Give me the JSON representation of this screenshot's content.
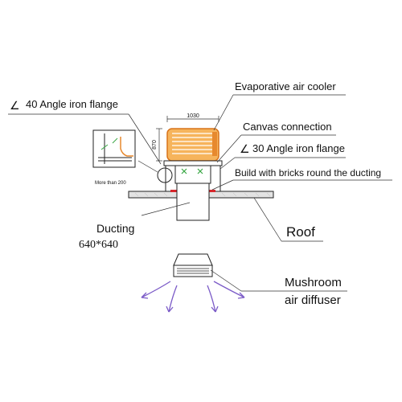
{
  "labels": {
    "evaporative_cooler": "Evaporative air cooler",
    "angle_iron_40": "40 Angle iron flange",
    "canvas_connection": "Canvas connection",
    "angle_iron_30": "30 Angle iron flange",
    "build_bricks": "Build with bricks round the ducting",
    "roof": "Roof",
    "ducting": "Ducting",
    "ducting_size": "640*640",
    "mushroom_line1": "Mushroom",
    "mushroom_line2": "air diffuser",
    "angle_symbol": "∠",
    "dim_width": "1030",
    "dim_height": "870",
    "more_than": "More than 200"
  },
  "colors": {
    "cooler_fill": "#f4a341",
    "cooler_stroke": "#d9731a",
    "brick_red": "#d8262b",
    "arrow_purple": "#7b5bc7",
    "green_mark": "#3aa845",
    "roof_fill": "#d9d9d9"
  }
}
